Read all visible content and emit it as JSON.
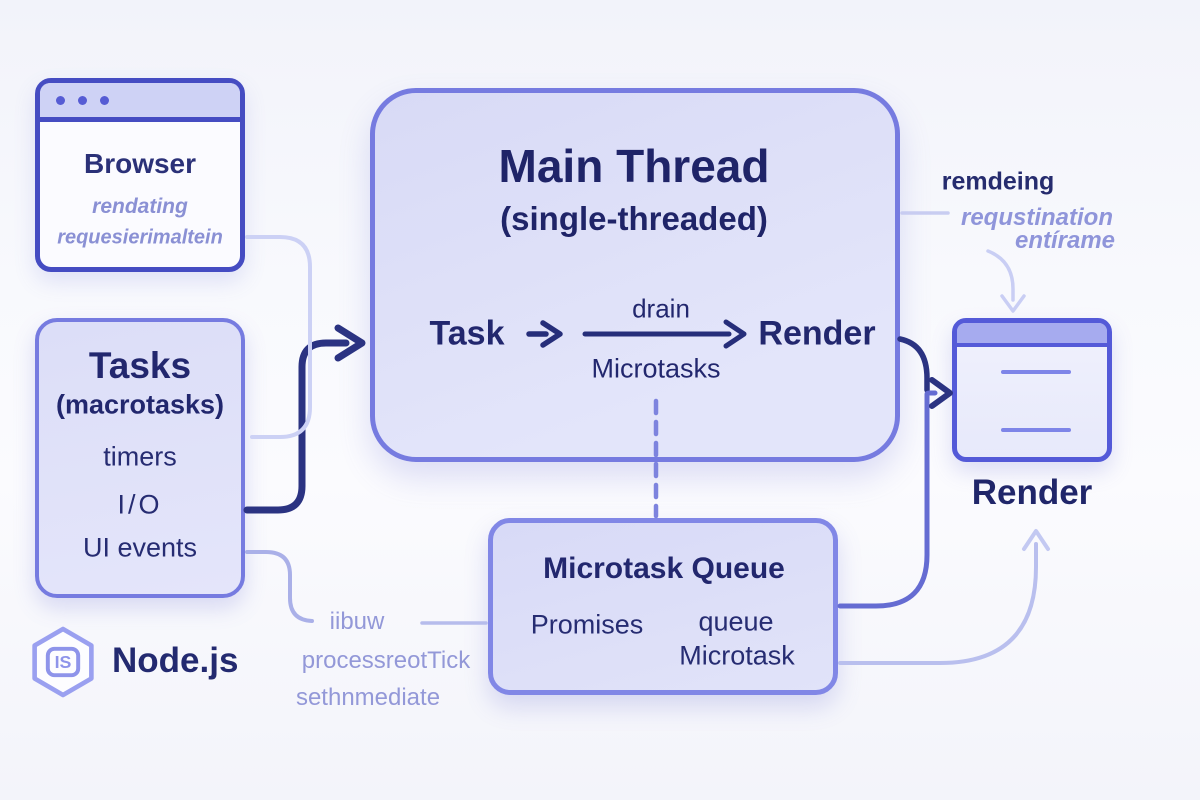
{
  "browser_window": {
    "title": "Browser",
    "subtitle_line1": "rendating",
    "subtitle_line2": "requesierimaltein"
  },
  "tasks_box": {
    "title": "Tasks",
    "subtitle": "(macrotasks)",
    "items": [
      "timers",
      "I/O",
      "UI events"
    ]
  },
  "nodejs": {
    "badge": "IS",
    "label": "Node.js"
  },
  "main_thread": {
    "title": "Main Thread",
    "subtitle": "(single-threaded)",
    "flow_start": "Task",
    "flow_arrow_label_top": "drain",
    "flow_arrow_label_bottom": "Microtasks",
    "flow_end": "Render"
  },
  "microtask_queue": {
    "title": "Microtask Queue",
    "item_left": "Promises",
    "item_right_line1": "queue",
    "item_right_line2": "Microtask"
  },
  "node_sources": [
    "iibuw",
    "processreotTick",
    "sethnmediate"
  ],
  "render_annotation": [
    "remdeing",
    "requstination",
    "entírame"
  ],
  "render_output": {
    "label": "Render"
  },
  "colors": {
    "box_border": "#767be0",
    "box_border_dark": "#454cc2",
    "box_fill": "#dedff8",
    "titlebar_fill": "#a6abef",
    "dark_text": "#22276e",
    "muted_text": "#8f94d6",
    "arrow_dark": "#2b3382",
    "connector_light": "#c6cbf1"
  }
}
